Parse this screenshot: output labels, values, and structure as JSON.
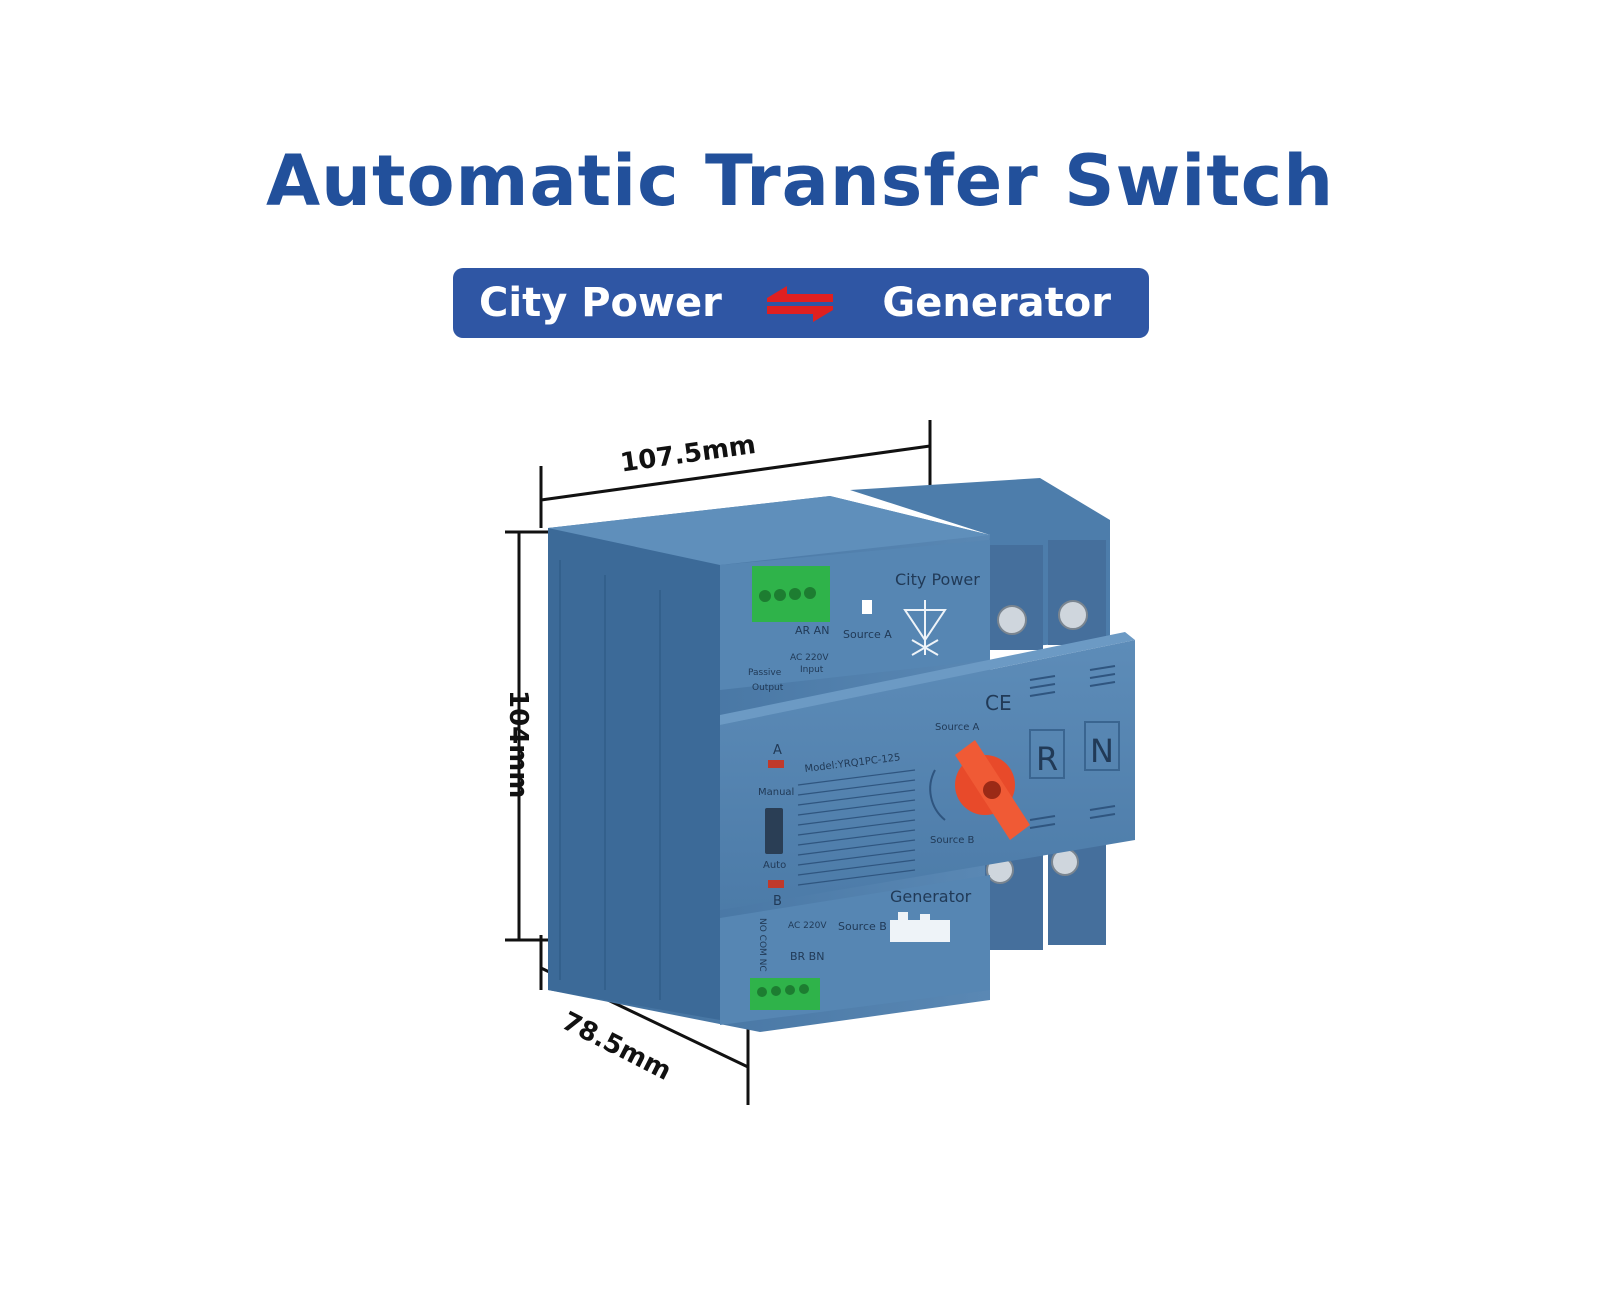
{
  "title": "Automatic Transfer Switch",
  "banner": {
    "left_label": "City Power",
    "right_label": "Generator",
    "arrows_icon": "bidirectional-arrows-icon"
  },
  "dimensions": {
    "width": "107.5mm",
    "height": "104mm",
    "depth": "78.5mm"
  },
  "device": {
    "top_label": "City Power",
    "source_a": "Source A",
    "source_b": "Source B",
    "bottom_label": "Generator",
    "model": "Model:YRQ1PC-125",
    "led_a": "A",
    "led_b": "B",
    "manual": "Manual",
    "auto": "Auto",
    "knob_source_a": "Source A",
    "knob_source_b": "Source B",
    "ce_mark": "CE",
    "terminal_r": "R",
    "terminal_n": "N",
    "input_label_top": "AC 220V",
    "input_sub_top": "Input",
    "ar_an": "AR  AN",
    "bottom_input": "AC 220V",
    "br_bn": "BR  BN",
    "output": "Output",
    "passive": "Passive",
    "no_com_nc": "NO COM NC"
  },
  "colors": {
    "title": "#22509b",
    "banner": "#2f56a4",
    "arrows": "#e02020",
    "device_body": "#4a7aa8",
    "knob": "#e84a2a",
    "terminal_green": "#2fb34a"
  }
}
